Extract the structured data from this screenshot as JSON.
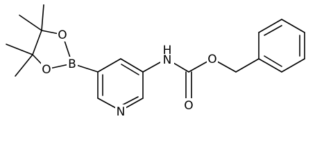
{
  "structure": {
    "colors": {
      "bond": "#000000",
      "label": "#000000",
      "background": "#ffffff"
    },
    "atom_labels": {
      "o_ring_top": "O",
      "o_ring_bottom": "O",
      "boron": "B",
      "nitrogen_ring": "N",
      "amine_n": "N",
      "amine_h": "H",
      "carbonyl_o": "O",
      "ester_o": "O"
    }
  }
}
